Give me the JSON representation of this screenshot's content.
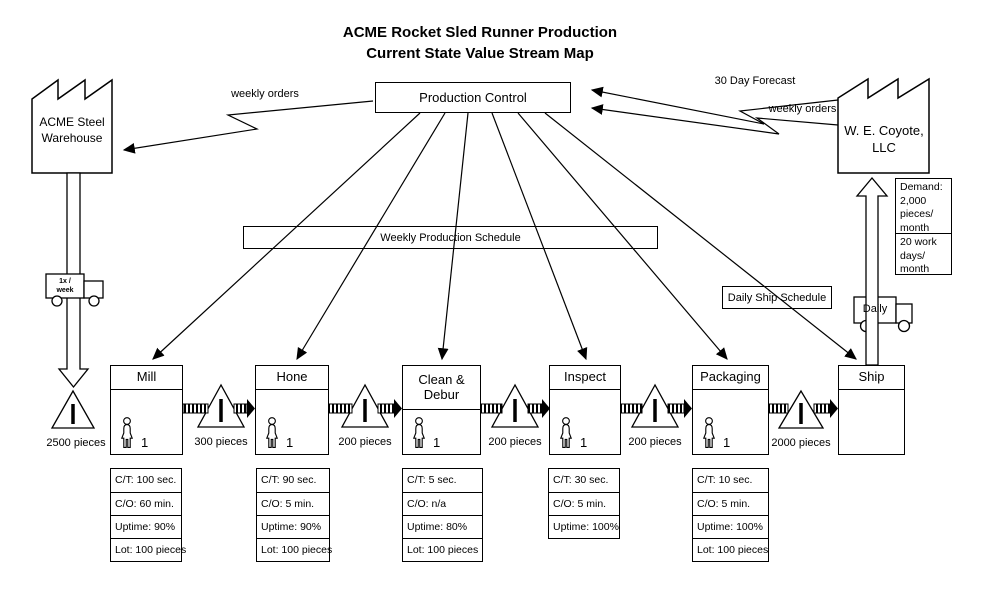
{
  "title": {
    "line1": "ACME Rocket Sled Runner Production",
    "line2": "Current State Value Stream Map"
  },
  "supplier": {
    "name_line1": "ACME  Steel",
    "name_line2": "Warehouse"
  },
  "customer": {
    "name_line1": "W. E. Coyote,",
    "name_line2": "LLC"
  },
  "production_control": {
    "label": "Production Control"
  },
  "info_flows": {
    "weekly_orders_left": "weekly orders",
    "forecast_30day": "30 Day Forecast",
    "weekly_orders_right": "weekly orders",
    "weekly_schedule": "Weekly Production Schedule",
    "daily_ship_schedule": "Daily Ship Schedule"
  },
  "demand_box": {
    "cell1_line1": "Demand:",
    "cell1_line2": "2,000",
    "cell1_line3": "pieces/",
    "cell1_line4": "month",
    "cell2_line1": "20 work",
    "cell2_line2": "days/",
    "cell2_line3": "month"
  },
  "trucks": {
    "left": {
      "line1": "1x /",
      "line2": "week"
    },
    "right": {
      "label": "Daily"
    }
  },
  "inventories": [
    {
      "label": "2500 pieces"
    },
    {
      "label": "300 pieces"
    },
    {
      "label": "200 pieces"
    },
    {
      "label": "200 pieces"
    },
    {
      "label": "200 pieces"
    },
    {
      "label": "2000 pieces"
    }
  ],
  "processes": [
    {
      "name": "Mill",
      "operators": "1",
      "data": [
        "C/T:  100 sec.",
        "C/O:  60 min.",
        "Uptime: 90%",
        "Lot: 100 pieces"
      ]
    },
    {
      "name": "Hone",
      "operators": "1",
      "data": [
        "C/T:  90 sec.",
        "C/O:  5 min.",
        "Uptime: 90%",
        "Lot: 100 pieces"
      ]
    },
    {
      "name": "Clean & Debur",
      "operators": "1",
      "data": [
        "C/T:  5 sec.",
        "C/O:  n/a",
        "Uptime: 80%",
        "Lot: 100 pieces"
      ]
    },
    {
      "name": "Inspect",
      "operators": "1",
      "data": [
        "C/T:  30 sec.",
        "C/O:  5 min.",
        "Uptime: 100%"
      ]
    },
    {
      "name": "Packaging",
      "operators": "1",
      "data": [
        "C/T:  10 sec.",
        "C/O:  5 min.",
        "Uptime: 100%",
        "Lot: 100 pieces"
      ]
    },
    {
      "name": "Ship"
    }
  ]
}
